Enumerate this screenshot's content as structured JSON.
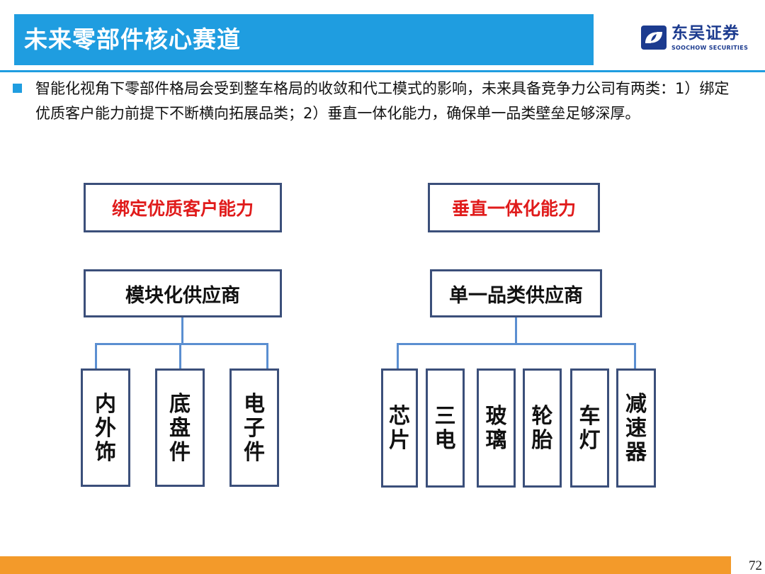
{
  "header": {
    "title": "未来零部件核心赛道",
    "logo_cn": "东吴证券",
    "logo_en": "SOOCHOW SECURITIES"
  },
  "intro": "智能化视角下零部件格局会受到整车格局的收敛和代工模式的影响，未来具备竞争力公司有两类：1）绑定优质客户能力前提下不断横向拓展品类；2）垂直一体化能力，确保单一品类壁垒足够深厚。",
  "left": {
    "capability": "绑定优质客户能力",
    "supplier": "模块化供应商",
    "items": [
      [
        "内",
        "外",
        "饰"
      ],
      [
        "底",
        "盘",
        "件"
      ],
      [
        "电",
        "子",
        "件"
      ]
    ]
  },
  "right": {
    "capability": "垂直一体化能力",
    "supplier": "单一品类供应商",
    "items": [
      [
        "芯",
        "片"
      ],
      [
        "三",
        "电"
      ],
      [
        "玻",
        "璃"
      ],
      [
        "轮",
        "胎"
      ],
      [
        "车",
        "灯"
      ],
      [
        "减",
        "速",
        "器"
      ]
    ]
  },
  "footer": {
    "page": "72"
  },
  "colors": {
    "title_bar": "#1f9de0",
    "box_border": "#3b4f7a",
    "connector": "#5b8fd1",
    "capability_text": "#e01b1b",
    "footer_bar": "#f39a2a"
  }
}
